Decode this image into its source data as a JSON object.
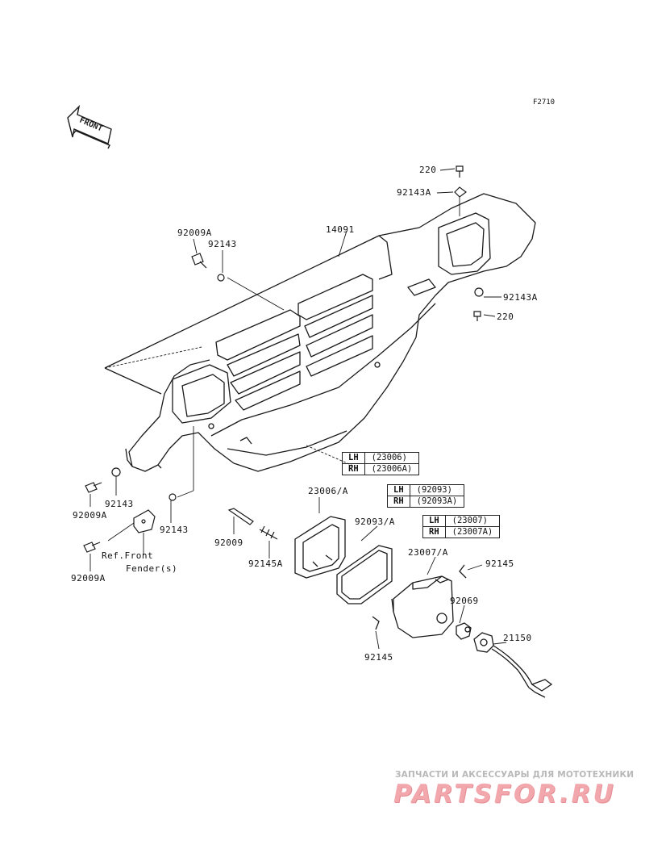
{
  "diagram_code": "F2710",
  "front_arrow_text": "FRONT",
  "parts": {
    "p220_top": "220",
    "p92143A_top": "92143A",
    "p92009A_a": "92009A",
    "p92143_a": "92143",
    "p14091": "14091",
    "p92143A_right": "92143A",
    "p220_right": "220",
    "p92143_b": "92143",
    "p92009A_b": "92009A",
    "p92143_c": "92143",
    "p92009": "92009",
    "p92145A": "92145A",
    "p23006A": "23006/A",
    "p92093A": "92093/A",
    "p23007A": "23007/A",
    "p92145_right": "92145",
    "p92069": "92069",
    "p21150": "21150",
    "p92145_bottom": "92145",
    "p92009A_c": "92009A",
    "ref_line1": "Ref.Front",
    "ref_line2": "Fender(s)"
  },
  "tables": {
    "t23006": {
      "lh_side": "LH",
      "lh_num": "(23006)",
      "rh_side": "RH",
      "rh_num": "(23006A)"
    },
    "t92093": {
      "lh_side": "LH",
      "lh_num": "(92093)",
      "rh_side": "RH",
      "rh_num": "(92093A)"
    },
    "t23007": {
      "lh_side": "LH",
      "lh_num": "(23007)",
      "rh_side": "RH",
      "rh_num": "(23007A)"
    }
  },
  "watermark": {
    "tagline": "ЗАПЧАСТИ И АКСЕССУАРЫ ДЛЯ МОТОТЕХНИКИ",
    "logo": "PARTSFOR.RU"
  },
  "colors": {
    "line": "#1a1a1a",
    "watermark_logo": "#f2a7ad",
    "watermark_text": "#b8b8b8"
  }
}
